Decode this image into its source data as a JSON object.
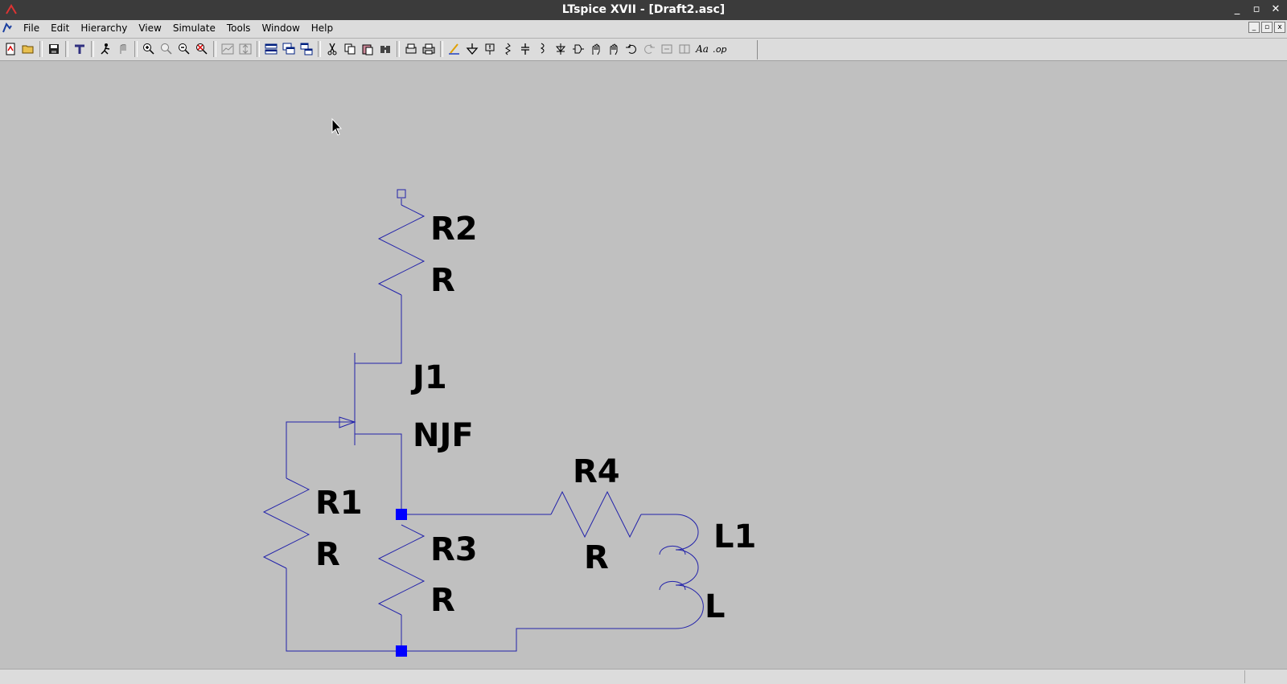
{
  "window": {
    "title": "LTspice XVII - [Draft2.asc]"
  },
  "window_buttons": {
    "minimize": "_",
    "maximize": "▫",
    "close": "✕"
  },
  "menu": [
    "File",
    "Edit",
    "Hierarchy",
    "View",
    "Simulate",
    "Tools",
    "Window",
    "Help"
  ],
  "toolbar": {
    "icons": [
      "new-schematic-icon",
      "open-icon",
      "save-icon",
      "control-panel-icon",
      "run-icon",
      "halt-icon",
      "zoom-in-icon",
      "pan-icon",
      "zoom-out-icon",
      "zoom-fit-icon",
      "autorange-icon",
      "vertical-autorange-icon",
      "tile-horizontal-icon",
      "cascade-icon",
      "tile-vertical-icon",
      "cut-icon",
      "copy-icon",
      "paste-icon",
      "find-icon",
      "print-setup-icon",
      "print-icon",
      "draw-wire-icon",
      "ground-icon",
      "label-net-icon",
      "resistor-icon",
      "capacitor-icon",
      "inductor-icon",
      "diode-icon",
      "component-icon",
      "move-icon",
      "drag-icon",
      "undo-icon",
      "redo-icon",
      "rotate-icon",
      "mirror-icon",
      "text-icon",
      "spice-directive-icon"
    ],
    "text_icon_label": "Aa",
    "spice_directive_label": ".op"
  },
  "schematic": {
    "components": [
      {
        "ref": "R2",
        "value": "R"
      },
      {
        "ref": "J1",
        "value": "NJF"
      },
      {
        "ref": "R1",
        "value": "R"
      },
      {
        "ref": "R3",
        "value": "R"
      },
      {
        "ref": "R4",
        "value": "R"
      },
      {
        "ref": "L1",
        "value": "L"
      }
    ],
    "wire_color": "#2222aa",
    "junction_color": "#0000ff"
  }
}
